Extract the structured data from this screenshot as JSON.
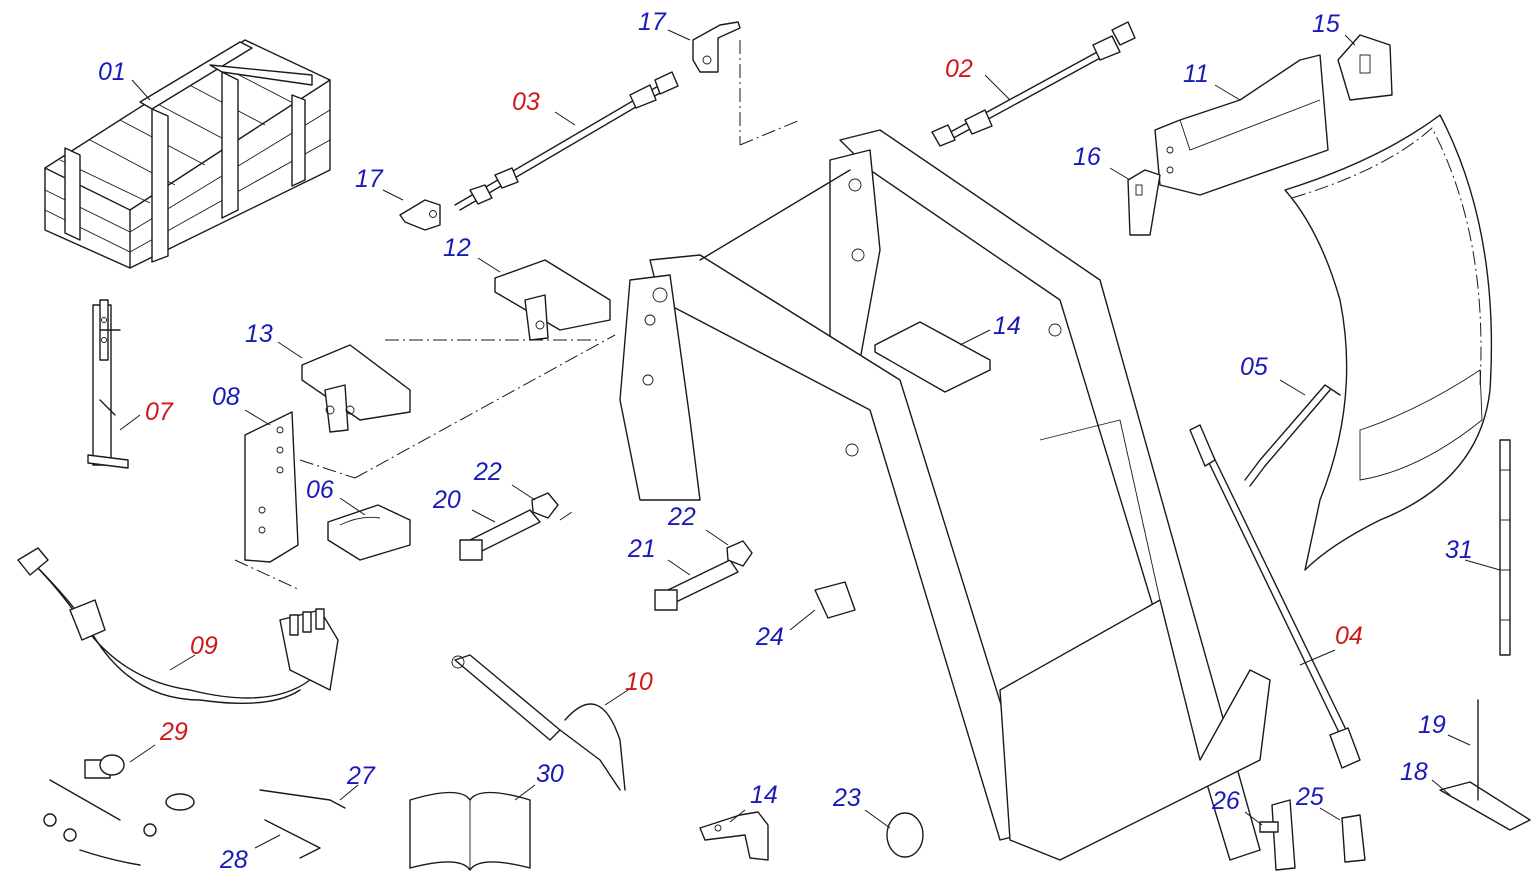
{
  "colors": {
    "standard_label": "#1a1ab8",
    "highlight_label": "#d01818",
    "line": "#1a1a1a"
  },
  "callouts": [
    {
      "id": "c01",
      "text": "01",
      "color": "blue"
    },
    {
      "id": "c02",
      "text": "02",
      "color": "red"
    },
    {
      "id": "c03",
      "text": "03",
      "color": "red"
    },
    {
      "id": "c04",
      "text": "04",
      "color": "red"
    },
    {
      "id": "c05",
      "text": "05",
      "color": "blue"
    },
    {
      "id": "c06",
      "text": "06",
      "color": "blue"
    },
    {
      "id": "c07",
      "text": "07",
      "color": "red"
    },
    {
      "id": "c08",
      "text": "08",
      "color": "blue"
    },
    {
      "id": "c09",
      "text": "09",
      "color": "red"
    },
    {
      "id": "c10",
      "text": "10",
      "color": "red"
    },
    {
      "id": "c11",
      "text": "11",
      "color": "blue"
    },
    {
      "id": "c12",
      "text": "12",
      "color": "blue"
    },
    {
      "id": "c13",
      "text": "13",
      "color": "blue"
    },
    {
      "id": "c14a",
      "text": "14",
      "color": "blue"
    },
    {
      "id": "c14b",
      "text": "14",
      "color": "blue"
    },
    {
      "id": "c15",
      "text": "15",
      "color": "blue"
    },
    {
      "id": "c16",
      "text": "16",
      "color": "blue"
    },
    {
      "id": "c17a",
      "text": "17",
      "color": "blue"
    },
    {
      "id": "c17b",
      "text": "17",
      "color": "blue"
    },
    {
      "id": "c18",
      "text": "18",
      "color": "blue"
    },
    {
      "id": "c19",
      "text": "19",
      "color": "blue"
    },
    {
      "id": "c20",
      "text": "20",
      "color": "blue"
    },
    {
      "id": "c21",
      "text": "21",
      "color": "blue"
    },
    {
      "id": "c22a",
      "text": "22",
      "color": "blue"
    },
    {
      "id": "c22b",
      "text": "22",
      "color": "blue"
    },
    {
      "id": "c23",
      "text": "23",
      "color": "blue"
    },
    {
      "id": "c24",
      "text": "24",
      "color": "blue"
    },
    {
      "id": "c25",
      "text": "25",
      "color": "blue"
    },
    {
      "id": "c26",
      "text": "26",
      "color": "blue"
    },
    {
      "id": "c27",
      "text": "27",
      "color": "blue"
    },
    {
      "id": "c28",
      "text": "28",
      "color": "blue"
    },
    {
      "id": "c29",
      "text": "29",
      "color": "red"
    },
    {
      "id": "c30",
      "text": "30",
      "color": "blue"
    },
    {
      "id": "c31",
      "text": "31",
      "color": "blue"
    }
  ]
}
